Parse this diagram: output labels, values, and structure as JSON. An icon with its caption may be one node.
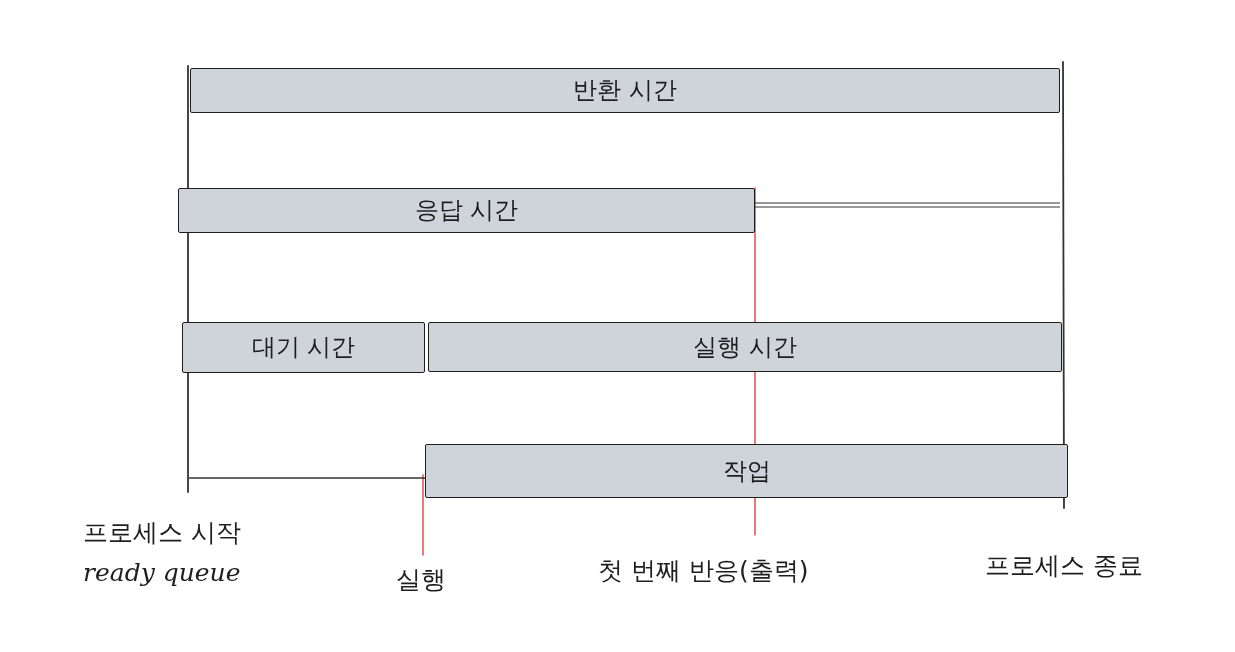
{
  "diagram": {
    "nodes": [
      {
        "text": [
          "반환 시간"
        ]
      },
      {
        "text": [
          "응답 시간"
        ]
      },
      {
        "text": [
          "대기 시간"
        ]
      },
      {
        "text": [
          "실행 시간"
        ]
      },
      {
        "text": [
          "작업"
        ]
      }
    ],
    "edges": [
      {
        "from": null,
        "to": 4,
        "arrow": "none"
      },
      {
        "from": 1,
        "to": null,
        "arrow": "none"
      }
    ],
    "labels": [
      "프로세스 시작",
      "ready queue",
      "실행",
      "첫 번째 반응(출력)",
      "프로세스 종료"
    ]
  }
}
